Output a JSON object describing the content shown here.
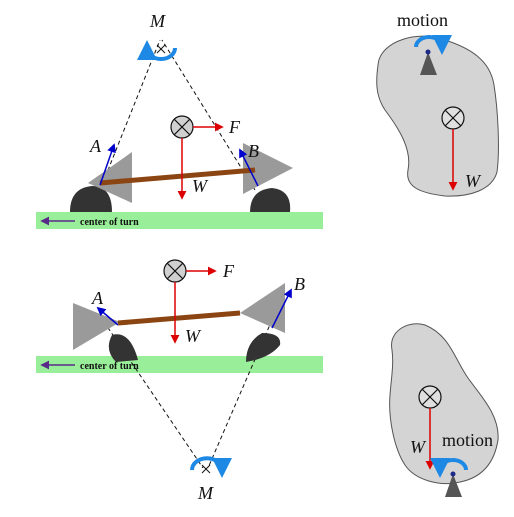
{
  "labels": {
    "moment": "M",
    "force_a": "A",
    "force_b": "B",
    "applied_force": "F",
    "weight": "W",
    "center_of_turn": "center of turn",
    "motion": "motion"
  },
  "colors": {
    "ground": "#99ee99",
    "blob": "#d4d4d4",
    "blob_stroke": "#555555",
    "pivot": "#9a9a9a",
    "beam": "#8b4513",
    "red_arrow": "#dd0000",
    "blue_arrow": "#0000cc",
    "moment_arc": "#1e88e5",
    "wheel": "#333333",
    "turn_arrow": "#5a2a8a"
  },
  "icons": {
    "weight_marker": "circle-cross-icon",
    "moment_marker": "curved-arrow-icon",
    "pivot": "triangle-pivot-icon"
  }
}
